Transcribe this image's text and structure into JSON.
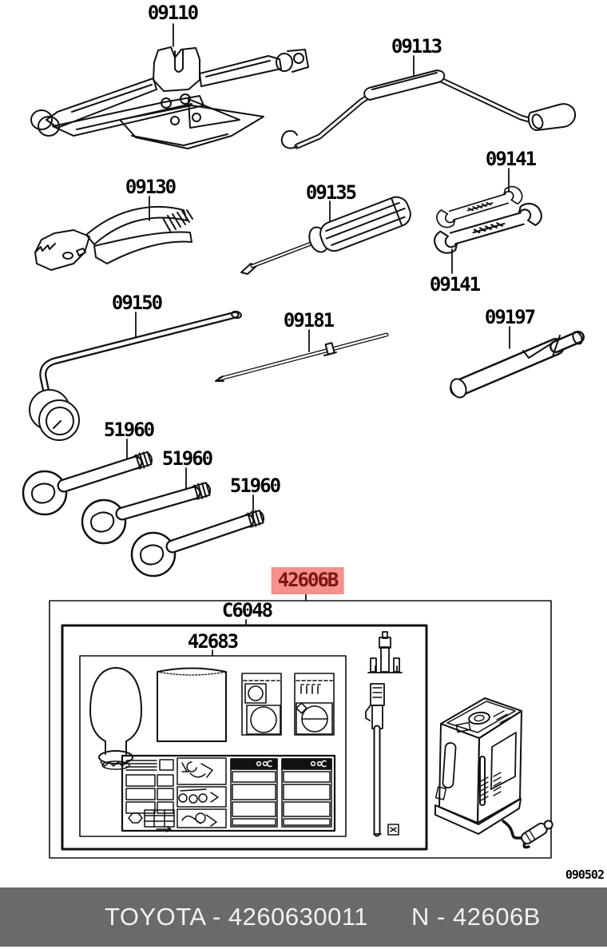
{
  "page": {
    "background": "#ffffff",
    "line_color": "#111111"
  },
  "labels": [
    {
      "id": "09110",
      "text": "09110",
      "part": "jack-assembly"
    },
    {
      "id": "09113",
      "text": "09113",
      "part": "jack-handle"
    },
    {
      "id": "09130",
      "text": "09130",
      "part": "pliers"
    },
    {
      "id": "09135",
      "text": "09135",
      "part": "screwdriver"
    },
    {
      "id": "09141-top",
      "text": "09141",
      "part": "open-end-wrench"
    },
    {
      "id": "09141-bottom",
      "text": "09141",
      "part": "open-end-wrench"
    },
    {
      "id": "09150",
      "text": "09150",
      "part": "hub-nut-wrench"
    },
    {
      "id": "09181",
      "text": "09181",
      "part": "rod"
    },
    {
      "id": "09197",
      "text": "09197",
      "part": "tool-tube"
    },
    {
      "id": "51960-1",
      "text": "51960",
      "part": "tow-hook"
    },
    {
      "id": "51960-2",
      "text": "51960",
      "part": "tow-hook"
    },
    {
      "id": "51960-3",
      "text": "51960",
      "part": "tow-hook"
    },
    {
      "id": "42606B",
      "text": "42606B",
      "part": "tire-repair-kit",
      "highlighted": true,
      "highlight_bg": "#f4918a",
      "highlight_fg": "#7e1416"
    },
    {
      "id": "C6048",
      "text": "C6048",
      "part": "kit-case"
    },
    {
      "id": "42683",
      "text": "42683",
      "part": "sealant-set"
    }
  ],
  "footer": {
    "part_line": "TOYOTA - 4260630011",
    "ref_line": "N - 42606B",
    "doc_code": "090502",
    "bar_color": "#6a6a6a",
    "text_color": "#f2f2f2"
  }
}
